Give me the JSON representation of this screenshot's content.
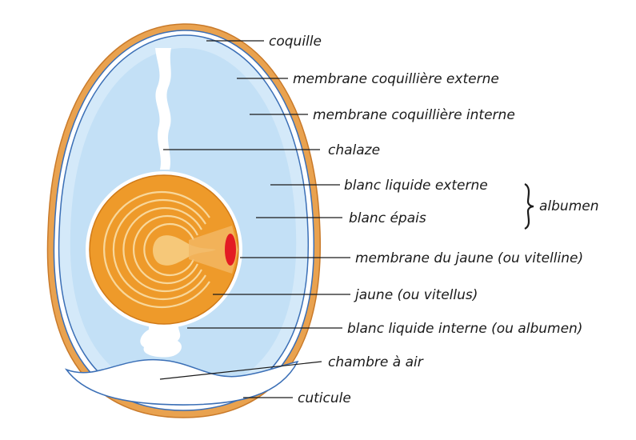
{
  "labels": {
    "coquille": "coquille",
    "membrane_ext": "membrane coquillière externe",
    "membrane_int": "membrane coquillière interne",
    "chalaze": "chalaze",
    "blanc_liquide_ext": "blanc liquide externe",
    "blanc_epais": "blanc épais",
    "albumen": "albumen",
    "membrane_jaune": "membrane du jaune (ou vitelline)",
    "jaune": "jaune (ou vitellus)",
    "blanc_liquide_int": "blanc liquide interne (ou albumen)",
    "chambre_air": "chambre à air",
    "cuticule": "cuticule"
  },
  "colors": {
    "shell": "#e9a24f",
    "shell_edge": "#c97a2a",
    "membrane": "#3b6fb6",
    "white_outer": "#d4e9f9",
    "white_inner": "#c3e0f6",
    "yolk_outer": "#ee9a2a",
    "yolk_inner": "#f6c879",
    "germinal": "#e31b23"
  }
}
